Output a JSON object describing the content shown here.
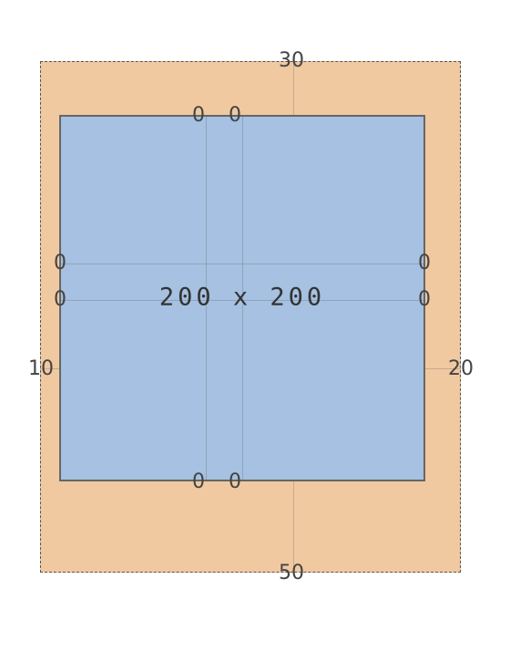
{
  "diagram": {
    "size_text": "200 x 200",
    "margin": {
      "top": "30",
      "right": "20",
      "bottom": "50",
      "left": "10"
    },
    "padding": {
      "top_a": "0",
      "top_b": "0",
      "left_a": "0",
      "left_b": "0",
      "right_a": "0",
      "right_b": "0",
      "bottom_a": "0",
      "bottom_b": "0"
    },
    "colors": {
      "margin_fill": "#f1c9a0",
      "content_fill": "#a6c1e1",
      "border": "#666666",
      "text": "#444444"
    }
  }
}
